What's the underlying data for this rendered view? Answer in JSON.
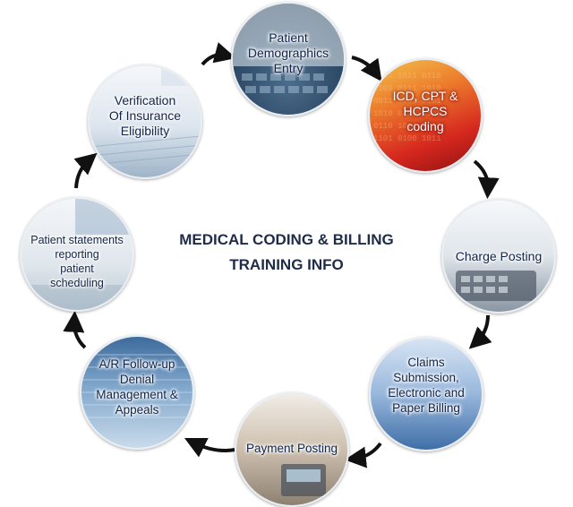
{
  "diagram": {
    "title_lines": [
      "MEDICAL CODING & BILLING",
      "TRAINING INFO"
    ],
    "nodes": [
      {
        "id": "patient-demographics",
        "label": "Patient\nDemographics\nEntry"
      },
      {
        "id": "icd-cpt-hcpcs",
        "label": "ICD, CPT &\nHCPCS\ncoding"
      },
      {
        "id": "charge-posting",
        "label": "Charge Posting"
      },
      {
        "id": "claims-submission",
        "label": "Claims\nSubmission,\nElectronic and\nPaper Billing"
      },
      {
        "id": "payment-posting",
        "label": "Payment Posting"
      },
      {
        "id": "ar-follow-up",
        "label": "A/R Follow-up\nDenial\nManagement &\nAppeals"
      },
      {
        "id": "patient-statements",
        "label": "Patient statements\nreporting\npatient\nscheduling"
      },
      {
        "id": "insurance-verification",
        "label": "Verification\nOf Insurance\nEligibility"
      }
    ],
    "flow_direction": "clockwise",
    "colors": {
      "title": "#1e2c48",
      "label": "#12244a",
      "arrow": "#111111"
    }
  }
}
